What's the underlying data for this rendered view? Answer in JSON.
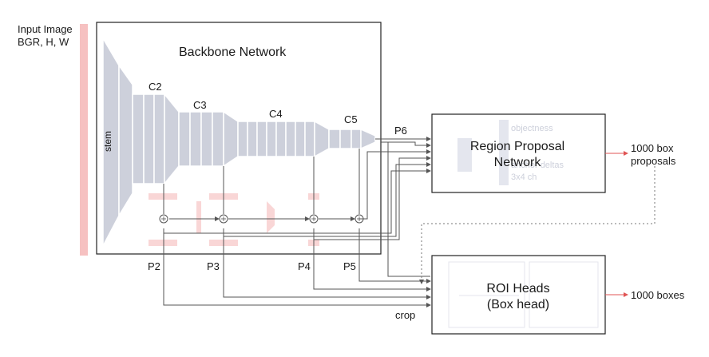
{
  "input": {
    "line1": "Input Image",
    "line2": "BGR, H, W"
  },
  "backbone": {
    "title": "Backbone Network",
    "stem": "stem",
    "stages": [
      "C2",
      "C3",
      "C4",
      "C5"
    ],
    "outputs": [
      "P2",
      "P3",
      "P4",
      "P5",
      "P6"
    ]
  },
  "rpn": {
    "title": "Region Proposal Network",
    "faint": [
      "objectness",
      "anchor deltas",
      "3x4 ch"
    ],
    "output_line1": "1000 box",
    "output_line2": "proposals"
  },
  "roi": {
    "line1": "ROI Heads",
    "line2": "(Box head)",
    "crop": "crop",
    "output": "1000 boxes"
  },
  "colors": {
    "block": "#cdd0db",
    "accent": "#f3a8a8",
    "faint_accent": "#f9d6d6",
    "line": "#555555",
    "arrow_red": "#e05555"
  }
}
